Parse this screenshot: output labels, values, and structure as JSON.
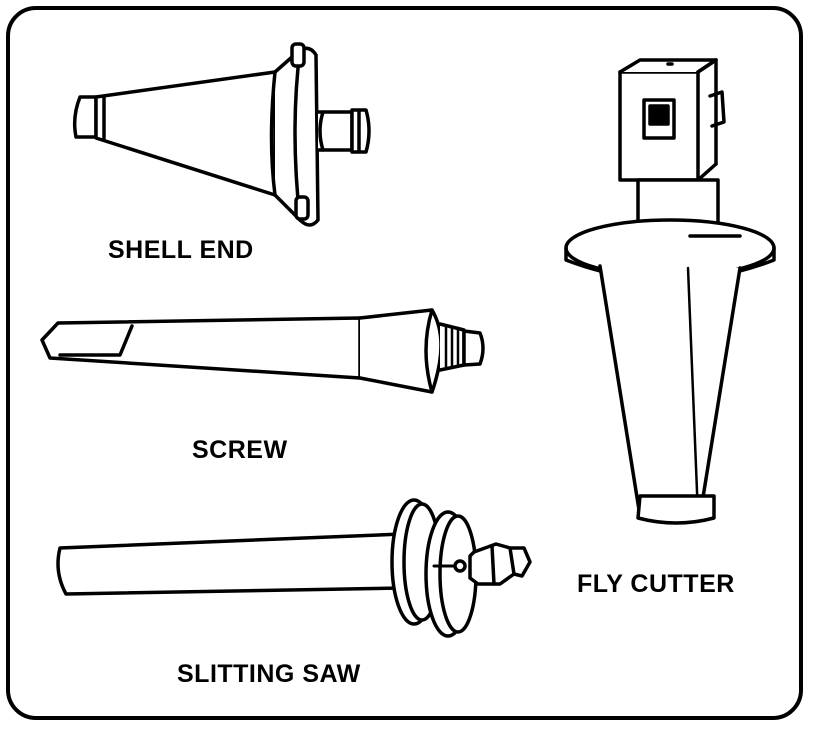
{
  "labels": {
    "shell_end": "SHELL END",
    "screw": "SCREW",
    "slitting_saw": "SLITTING SAW",
    "fly_cutter": "FLY CUTTER"
  },
  "colors": {
    "stroke": "#000000",
    "background": "#ffffff"
  }
}
